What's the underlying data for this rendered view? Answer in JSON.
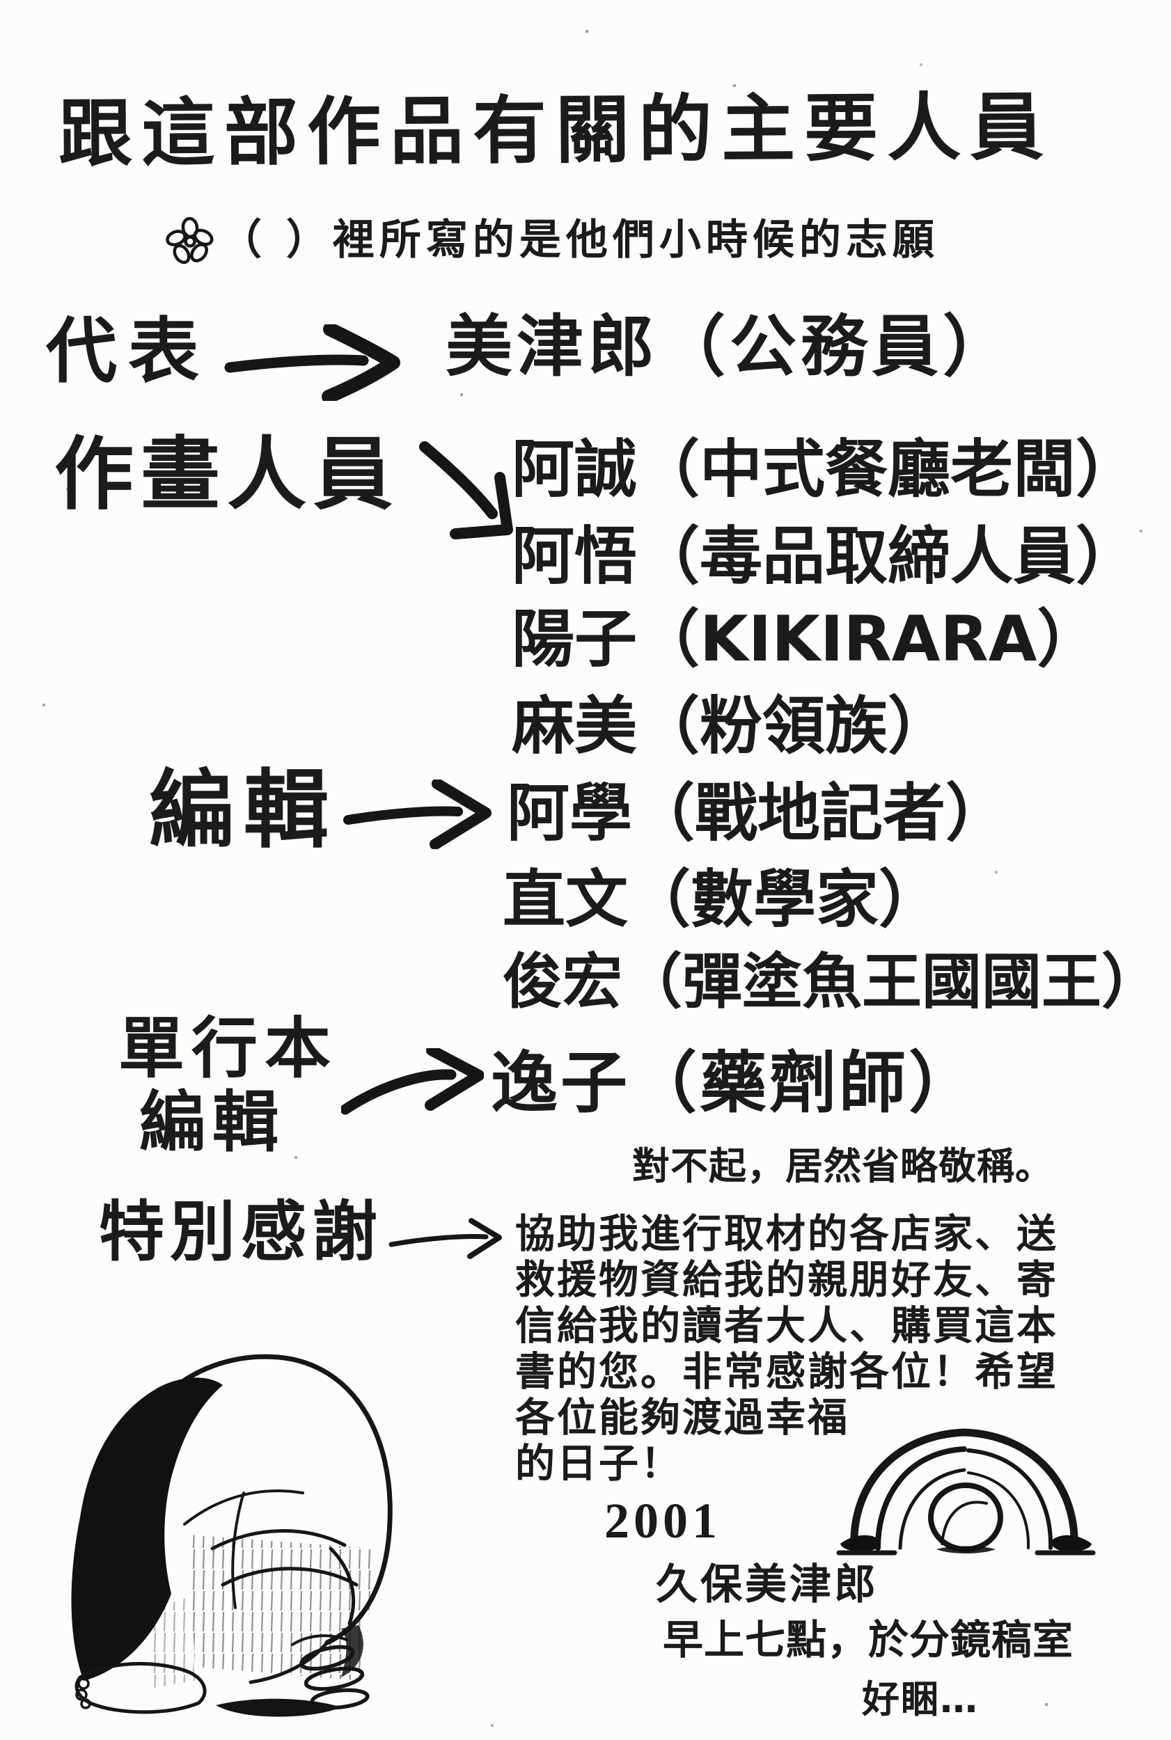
{
  "page": {
    "title": "跟這部作品有關的主要人員",
    "subtitle": {
      "icon": "flower-icon",
      "text": "（ ）裡所寫的是他們小時候的志願"
    },
    "roles": [
      {
        "label": "代表",
        "members": [
          "美津郎（公務員）"
        ]
      },
      {
        "label": "作畫人員",
        "members": [
          "阿誠（中式餐廳老闆）",
          "阿悟（毒品取締人員）",
          "陽子（KIKIRARA）",
          "麻美（粉領族）"
        ]
      },
      {
        "label": "編輯",
        "members": [
          "阿學（戰地記者）",
          "直文（數學家）",
          "俊宏（彈塗魚王國國王）"
        ]
      },
      {
        "label": "單行本編輯",
        "label_line1": "單行本",
        "label_line2": "編輯",
        "members": [
          "逸子（藥劑師）"
        ]
      }
    ],
    "apology": "對不起，居然省略敬稱。",
    "special_thanks": {
      "label": "特別感謝",
      "lines": [
        "協助我進行取材的各店家、送",
        "救援物資給我的親朋好友、寄",
        "信給我的讀者大人、購買這本",
        "書的您。非常感謝各位！希望",
        "各位能夠渡過幸福",
        "的日子！"
      ]
    },
    "signoff": {
      "year": "2001",
      "author": "久保美津郎",
      "place": "早上七點，於分鏡稿室",
      "sleepy": "好睏…"
    },
    "colors": {
      "ink": "#1b1b1b",
      "paper": "#fcfcfa"
    }
  }
}
